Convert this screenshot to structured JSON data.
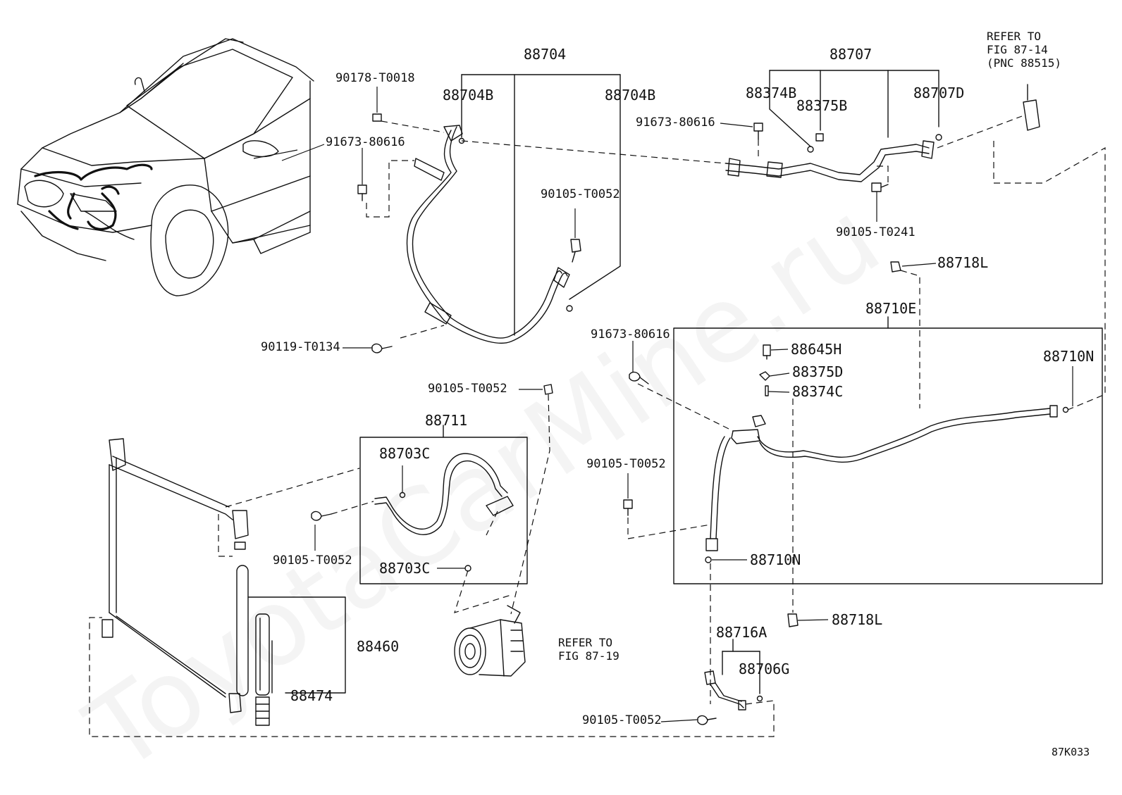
{
  "watermark": "ToyotaCarMine.ru",
  "diagram_code": "87K033",
  "labels": {
    "hose_88704": "88704",
    "oring_88704b_left": "88704B",
    "oring_88704b_right": "88704B",
    "nut_90178": "90178-T0018",
    "bolt_91673_a": "91673-80616",
    "bolt_90105_a": "90105-T0052",
    "bolt_90119": "90119-T0134",
    "tube_88707": "88707",
    "valve_88374b": "88374B",
    "cap_88375b": "88375B",
    "oring_88707d": "88707D",
    "bolt_91673_b": "91673-80616",
    "bolt_90105_t0241": "90105-T0241",
    "clamp_88718l_top": "88718L",
    "tube_88710e": "88710E",
    "bolt_91673_c": "91673-80616",
    "switch_88645h": "88645H",
    "cap_88375d": "88375D",
    "valve_88374c": "88374C",
    "oring_88710n_right": "88710N",
    "bolt_90105_b": "90105-T0052",
    "bolt_90105_c": "90105-T0052",
    "hose_88711": "88711",
    "oring_88703c_top": "88703C",
    "oring_88703c_bottom": "88703C",
    "bolt_90105_d": "90105-T0052",
    "oring_88710n_bottom": "88710N",
    "clamp_88718l_bottom": "88718L",
    "tube_88716a": "88716A",
    "oring_88706g": "88706G",
    "bolt_90105_e": "90105-T0052",
    "condenser_88460": "88460",
    "filter_88474": "88474"
  },
  "refer_fig_87_14": [
    "REFER TO",
    "FIG 87-14",
    "(PNC 88515)"
  ],
  "refer_fig_87_19": [
    "REFER TO",
    "FIG 87-19"
  ]
}
